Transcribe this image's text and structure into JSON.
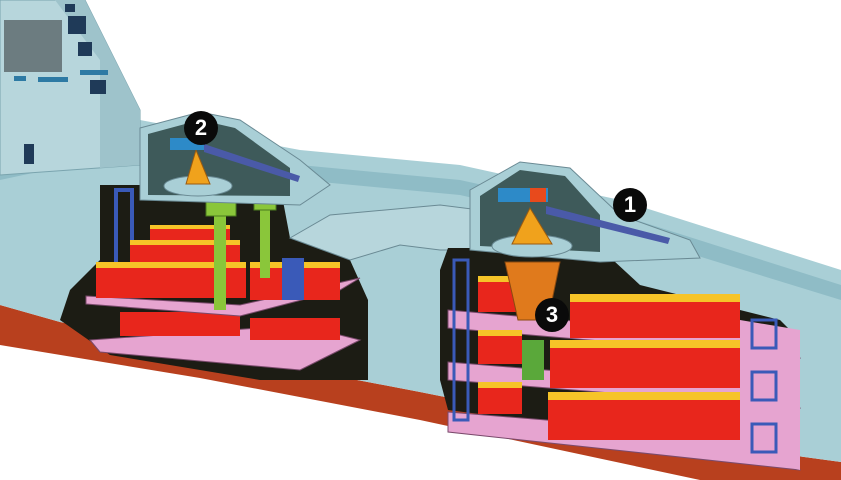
{
  "diagram": {
    "type": "cutaway-illustration",
    "subject": "Warship hull cutaway showing two gun turrets and their ammunition magazines",
    "colors": {
      "hull_upper": "#a9cfd6",
      "hull_upper_dark": "#8fbcc6",
      "superstructure": "#b7d6dc",
      "hull_lower": "#b8401e",
      "compartment_interior": "#1c1c14",
      "deck_platform": "#e6a4d0",
      "ammo_box_red": "#e8261c",
      "ammo_box_yellow": "#f6c428",
      "frame_blue": "#3a5ab8",
      "hoist_green": "#8ac63a",
      "mount_orange": "#f0a21c",
      "gun_barrel": "#4a5aa8",
      "callout_bg": "#0a0a0a",
      "callout_text": "#ffffff"
    },
    "callouts": [
      {
        "id": "1",
        "label": "1",
        "target": "forward gun turret (right)"
      },
      {
        "id": "2",
        "label": "2",
        "target": "aft gun turret (left)"
      },
      {
        "id": "3",
        "label": "3",
        "target": "ammunition magazine / hoist (right compartment)"
      }
    ],
    "compartments": [
      {
        "name": "left-magazine",
        "decks": 2
      },
      {
        "name": "right-magazine",
        "decks": 3
      }
    ]
  }
}
